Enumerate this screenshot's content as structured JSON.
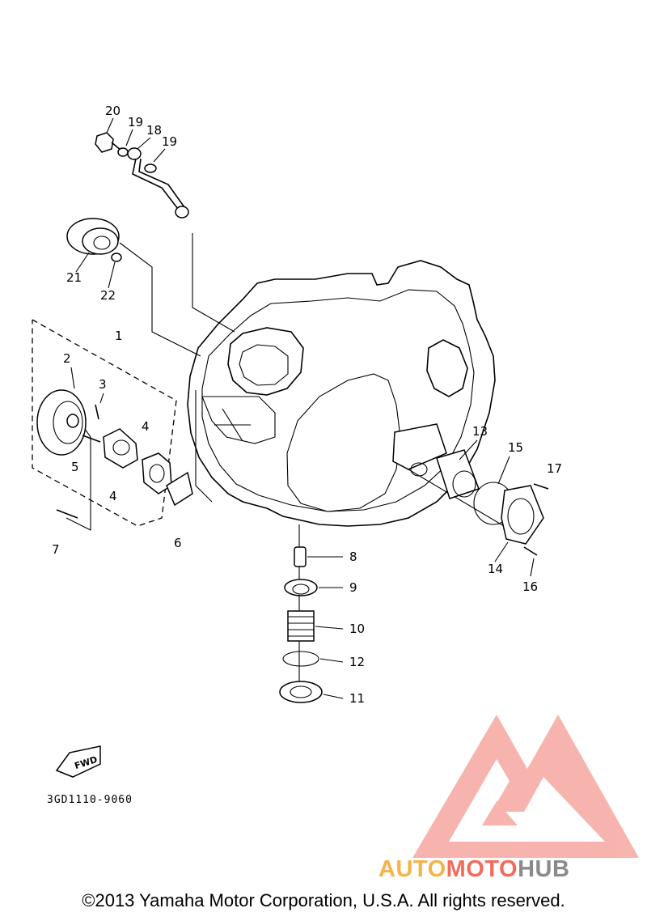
{
  "diagram": {
    "callouts": [
      "20",
      "19",
      "18",
      "19",
      "21",
      "22",
      "1",
      "2",
      "3",
      "4",
      "5",
      "4",
      "7",
      "6",
      "8",
      "9",
      "10",
      "12",
      "11",
      "13",
      "15",
      "17",
      "14",
      "16"
    ],
    "fwd_label": "FWD",
    "part_code": "3GD1110-9060"
  },
  "logo": {
    "part1": "AUTO",
    "part2": "MOTO",
    "part3": "HUB",
    "colors": {
      "auto": "#f5b34a",
      "moto": "#f26b5b",
      "hub": "#8a8a8a",
      "triangle": "#f4a29c"
    }
  },
  "footer": {
    "copyright": "©2013 Yamaha Motor Corporation, U.S.A. All rights reserved."
  }
}
